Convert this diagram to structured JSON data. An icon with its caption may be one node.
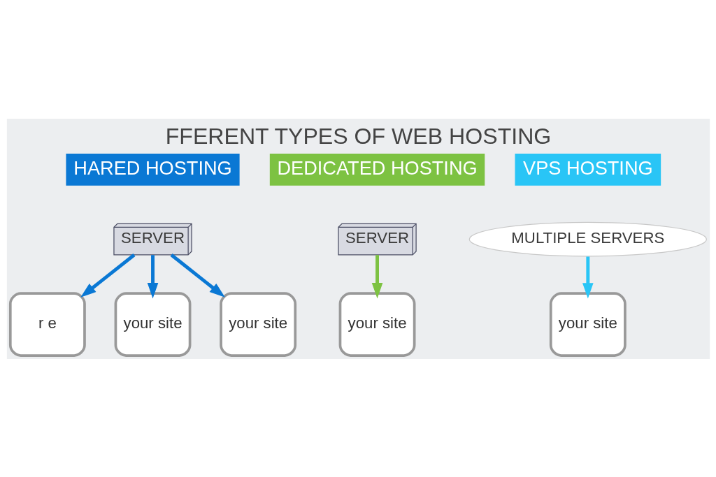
{
  "diagram": {
    "title": "FFERENT TYPES OF WEB HOSTING",
    "nodes": [
      {
        "text": [
          "HARED HOSTING"
        ]
      },
      {
        "text": [
          "SERVER"
        ]
      },
      {
        "text": [
          "r e"
        ]
      },
      {
        "text": [
          "your site"
        ]
      },
      {
        "text": [
          "your site"
        ]
      },
      {
        "text": [
          "DEDICATED HOSTING"
        ]
      },
      {
        "text": [
          "SERVER"
        ]
      },
      {
        "text": [
          "your site"
        ]
      },
      {
        "text": [
          "VPS HOSTING"
        ]
      },
      {
        "text": [
          "MULTIPLE SERVERS"
        ]
      },
      {
        "text": [
          "your site"
        ]
      }
    ],
    "edges": [
      {
        "from": 1,
        "to": 2,
        "arrow": "to"
      },
      {
        "from": 1,
        "to": 3,
        "arrow": "to"
      },
      {
        "from": 1,
        "to": 4,
        "arrow": "to"
      },
      {
        "from": 6,
        "to": 7,
        "arrow": "to",
        "color": "#7dc242"
      },
      {
        "from": 9,
        "to": 10,
        "arrow": "to",
        "color": "#29c5f6"
      }
    ]
  }
}
